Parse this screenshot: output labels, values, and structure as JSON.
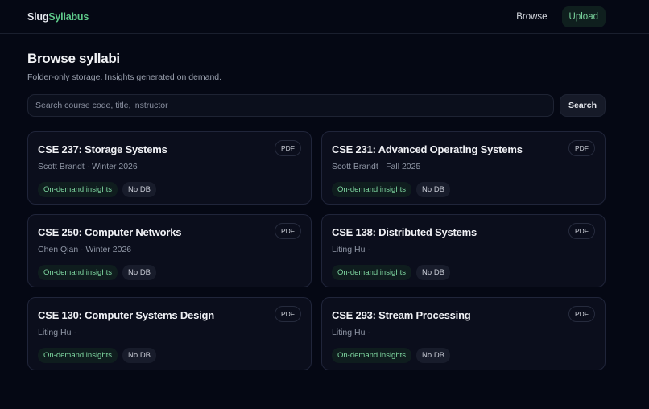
{
  "header": {
    "brand_part1": "Slug",
    "brand_part2": "Syllabus",
    "nav": {
      "browse": "Browse",
      "upload": "Upload"
    }
  },
  "page": {
    "title": "Browse syllabi",
    "subtitle": "Folder-only storage. Insights generated on demand."
  },
  "search": {
    "placeholder": "Search course code, title, instructor",
    "value": "",
    "button": "Search"
  },
  "courses": [
    {
      "title": "CSE 237: Storage Systems",
      "meta": "Scott Brandt · Winter 2026",
      "file_type": "PDF",
      "badges": [
        "On-demand insights",
        "No DB"
      ]
    },
    {
      "title": "CSE 231: Advanced Operating Systems",
      "meta": "Scott Brandt · Fall 2025",
      "file_type": "PDF",
      "badges": [
        "On-demand insights",
        "No DB"
      ]
    },
    {
      "title": "CSE 250: Computer Networks",
      "meta": "Chen Qian · Winter 2026",
      "file_type": "PDF",
      "badges": [
        "On-demand insights",
        "No DB"
      ]
    },
    {
      "title": "CSE 138: Distributed Systems",
      "meta": "Liting Hu ·",
      "file_type": "PDF",
      "badges": [
        "On-demand insights",
        "No DB"
      ]
    },
    {
      "title": "CSE 130: Computer Systems Design",
      "meta": "Liting Hu ·",
      "file_type": "PDF",
      "badges": [
        "On-demand insights",
        "No DB"
      ]
    },
    {
      "title": "CSE 293: Stream Processing",
      "meta": "Liting Hu ·",
      "file_type": "PDF",
      "badges": [
        "On-demand insights",
        "No DB"
      ]
    }
  ],
  "colors": {
    "background": "#050814",
    "accent_green": "#5ec98a",
    "card_bg": "#0b0e1c",
    "card_border": "#20253a"
  }
}
